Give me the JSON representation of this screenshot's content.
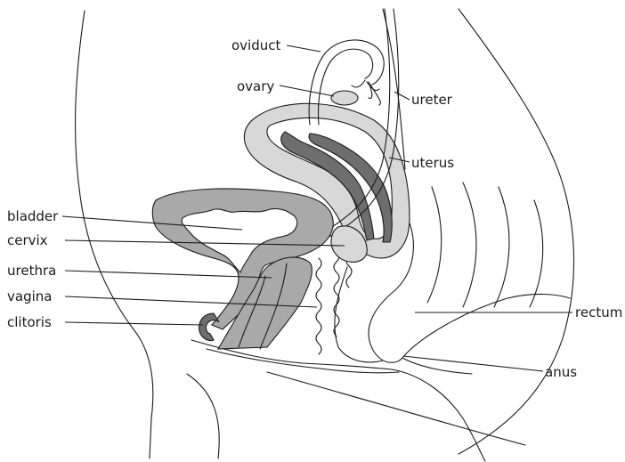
{
  "labels": {
    "oviduct": "oviduct",
    "ovary": "ovary",
    "ureter": "ureter",
    "uterus": "uterus",
    "bladder": "bladder",
    "cervix": "cervix",
    "urethra": "urethra",
    "vagina": "vagina",
    "clitoris": "clitoris",
    "rectum": "rectum",
    "anus": "anus"
  },
  "colors": {
    "line": "#1a1a1a",
    "light_tissue": "#d8d8d8",
    "mid_tissue": "#a9a9a9",
    "dark_tissue": "#6e6e6e",
    "background": "#ffffff"
  }
}
